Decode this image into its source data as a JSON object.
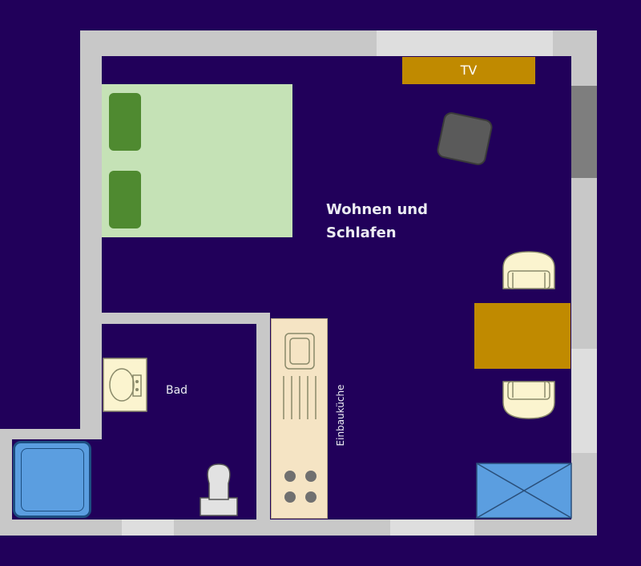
{
  "rooms": {
    "main_line1": "Wohnen und",
    "main_line2": "Schlafen",
    "bath": "Bad",
    "kitchen": "Einbauküche"
  },
  "furniture": {
    "tv": "TV"
  },
  "colors": {
    "background": "#21005a",
    "wall": "#c8c8c8",
    "window": "#dedede",
    "bed": "#c5e2b6",
    "pillow": "#4f8a30",
    "wood": "#c08a00",
    "counter": "#f5e4c4",
    "fixture": "#fbf4cf",
    "water": "#5b9ee0",
    "chair_dark": "#5a5a5a"
  }
}
